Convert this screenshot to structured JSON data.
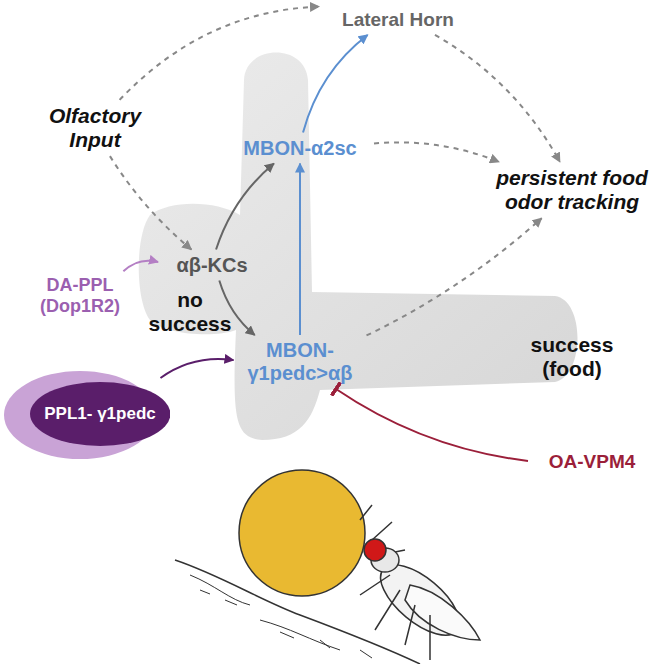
{
  "diagram": {
    "nodes": [
      {
        "text": [
          "Olfactory Input"
        ]
      },
      {
        "text": [
          "Lateral Horn"
        ]
      },
      {
        "text": [
          "MBON-α2sc"
        ]
      },
      {
        "text": [
          "persistent food odor tracking"
        ]
      },
      {
        "text": [
          "αβ-KCs"
        ]
      },
      {
        "text": [
          "MBON- γ1pedc>αβ"
        ]
      },
      {
        "text": [
          "DA-PPL (Dop1R2)"
        ]
      },
      {
        "text": [
          "PPL1- γ1pedc"
        ]
      },
      {
        "text": [
          "OA-VPM4"
        ]
      }
    ],
    "edges": [
      {
        "from": 0,
        "to": 1,
        "arrow": "to"
      },
      {
        "from": 0,
        "to": 4,
        "arrow": "to"
      },
      {
        "from": 1,
        "to": 3,
        "arrow": "to"
      },
      {
        "from": 2,
        "to": 1,
        "arrow": "to"
      },
      {
        "from": 2,
        "to": 3,
        "arrow": "to"
      },
      {
        "from": 4,
        "to": 2,
        "arrow": "to"
      },
      {
        "from": 4,
        "to": 5,
        "arrow": "to"
      },
      {
        "from": 5,
        "to": 2,
        "arrow": "to"
      },
      {
        "from": 5,
        "to": 3,
        "arrow": "to"
      },
      {
        "from": 6,
        "to": 4,
        "arrow": "to"
      },
      {
        "from": 7,
        "to": 5,
        "arrow": "to"
      },
      {
        "from": 8,
        "to": 5,
        "arrow": "to"
      }
    ],
    "labels": [
      "no success",
      "success (food)"
    ]
  }
}
